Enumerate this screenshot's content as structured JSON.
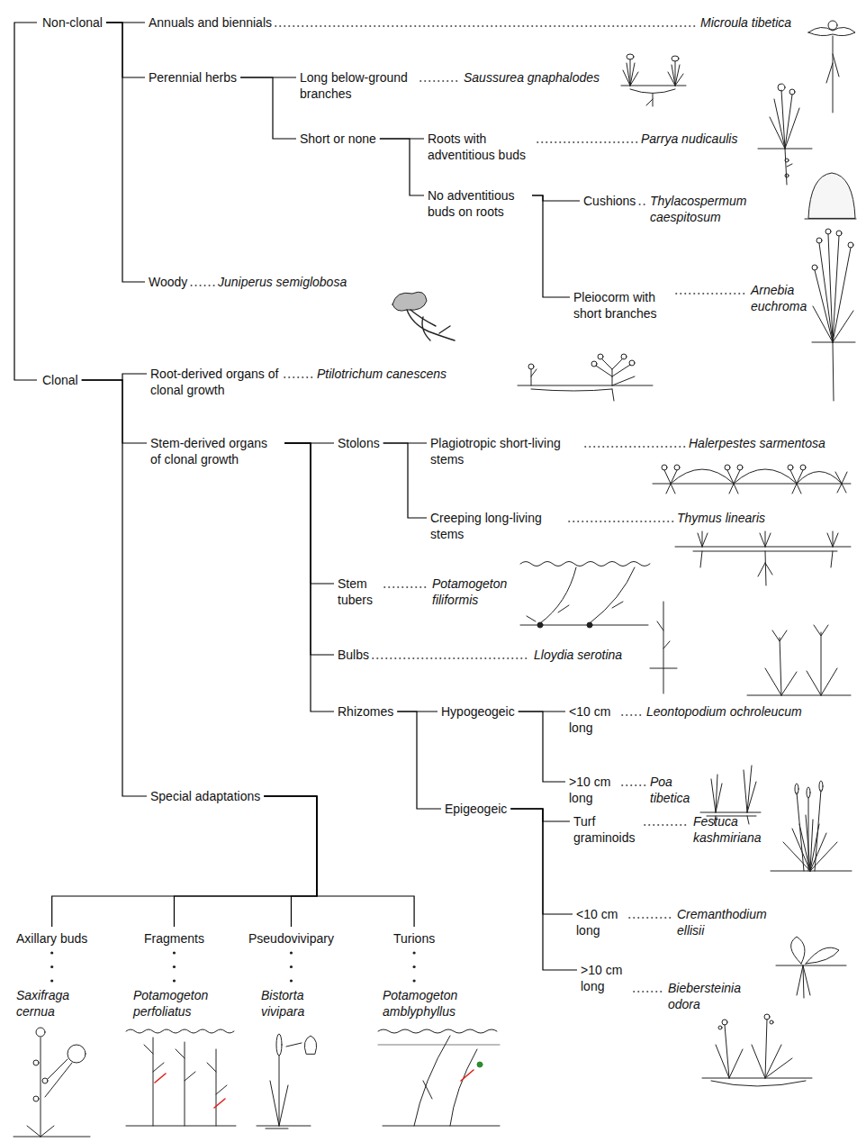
{
  "diagram": {
    "nodes": [
      {
        "text": [
          "Non-clonal"
        ]
      },
      {
        "text": [
          "Annuals and biennials",
          "Microula tibetica"
        ]
      },
      {
        "text": [
          "Perennial herbs"
        ]
      },
      {
        "text": [
          "Long below-ground branches",
          "Saussurea gnaphalodes"
        ]
      },
      {
        "text": [
          "Short or none"
        ]
      },
      {
        "text": [
          "Roots with adventitious buds",
          "Parrya nudicaulis"
        ]
      },
      {
        "text": [
          "No adventitious buds on roots"
        ]
      },
      {
        "text": [
          "Cushions",
          "Thylacospermum caespitosum"
        ]
      },
      {
        "text": [
          "Pleiocorm with short branches",
          "Arnebia euchroma"
        ]
      },
      {
        "text": [
          "Woody",
          "Juniperus semiglobosa"
        ]
      },
      {
        "text": [
          "Clonal"
        ]
      },
      {
        "text": [
          "Root-derived organs of clonal growth",
          "Ptilotrichum canescens"
        ]
      },
      {
        "text": [
          "Stem-derived organs of clonal growth"
        ]
      },
      {
        "text": [
          "Stolons"
        ]
      },
      {
        "text": [
          "Plagiotropic short-living stems",
          "Halerpestes sarmentosa"
        ]
      },
      {
        "text": [
          "Creeping long-living stems",
          "Thymus linearis"
        ]
      },
      {
        "text": [
          "Stem tubers",
          "Potamogeton filiformis"
        ]
      },
      {
        "text": [
          "Bulbs",
          "Lloydia serotina"
        ]
      },
      {
        "text": [
          "Rhizomes"
        ]
      },
      {
        "text": [
          "Hypogeogeic"
        ]
      },
      {
        "text": [
          "<10 cm long",
          "Leontopodium ochroleucum"
        ]
      },
      {
        "text": [
          ">10 cm long",
          "Poa tibetica"
        ]
      },
      {
        "text": [
          "Epigeogeic"
        ]
      },
      {
        "text": [
          "Turf graminoids",
          "Festuca kashmiriana"
        ]
      },
      {
        "text": [
          "<10 cm long",
          "Cremanthodium ellisii"
        ]
      },
      {
        "text": [
          ">10 cm long",
          "Biebersteinia odora"
        ]
      },
      {
        "text": [
          "Special adaptations"
        ]
      },
      {
        "text": [
          "Axillary buds",
          "Saxifraga cernua"
        ]
      },
      {
        "text": [
          "Fragments",
          "Potamogeton perfoliatus"
        ]
      },
      {
        "text": [
          "Pseudovivipary",
          "Bistorta vivipara"
        ]
      },
      {
        "text": [
          "Turions",
          "Potamogeton amblyphyllus"
        ]
      }
    ],
    "edges": [
      {
        "from": 0,
        "to": 1,
        "arrow": "none"
      },
      {
        "from": 0,
        "to": 2,
        "arrow": "none"
      },
      {
        "from": 0,
        "to": 9,
        "arrow": "none"
      },
      {
        "from": 2,
        "to": 3,
        "arrow": "none"
      },
      {
        "from": 2,
        "to": 4,
        "arrow": "none"
      },
      {
        "from": 4,
        "to": 5,
        "arrow": "none"
      },
      {
        "from": 4,
        "to": 6,
        "arrow": "none"
      },
      {
        "from": 6,
        "to": 7,
        "arrow": "none"
      },
      {
        "from": 6,
        "to": 8,
        "arrow": "none"
      },
      {
        "from": 0,
        "to": 10,
        "arrow": "none"
      },
      {
        "from": 10,
        "to": 11,
        "arrow": "none"
      },
      {
        "from": 10,
        "to": 12,
        "arrow": "none"
      },
      {
        "from": 10,
        "to": 26,
        "arrow": "none"
      },
      {
        "from": 12,
        "to": 13,
        "arrow": "none"
      },
      {
        "from": 12,
        "to": 16,
        "arrow": "none"
      },
      {
        "from": 12,
        "to": 17,
        "arrow": "none"
      },
      {
        "from": 12,
        "to": 18,
        "arrow": "none"
      },
      {
        "from": 13,
        "to": 14,
        "arrow": "none"
      },
      {
        "from": 13,
        "to": 15,
        "arrow": "none"
      },
      {
        "from": 18,
        "to": 19,
        "arrow": "none"
      },
      {
        "from": 18,
        "to": 22,
        "arrow": "none"
      },
      {
        "from": 19,
        "to": 20,
        "arrow": "none"
      },
      {
        "from": 19,
        "to": 21,
        "arrow": "none"
      },
      {
        "from": 22,
        "to": 23,
        "arrow": "none"
      },
      {
        "from": 22,
        "to": 24,
        "arrow": "none"
      },
      {
        "from": 22,
        "to": 25,
        "arrow": "none"
      },
      {
        "from": 26,
        "to": 27,
        "arrow": "none"
      },
      {
        "from": 26,
        "to": 28,
        "arrow": "none"
      },
      {
        "from": 26,
        "to": 29,
        "arrow": "none"
      },
      {
        "from": 26,
        "to": 30,
        "arrow": "none"
      }
    ]
  }
}
